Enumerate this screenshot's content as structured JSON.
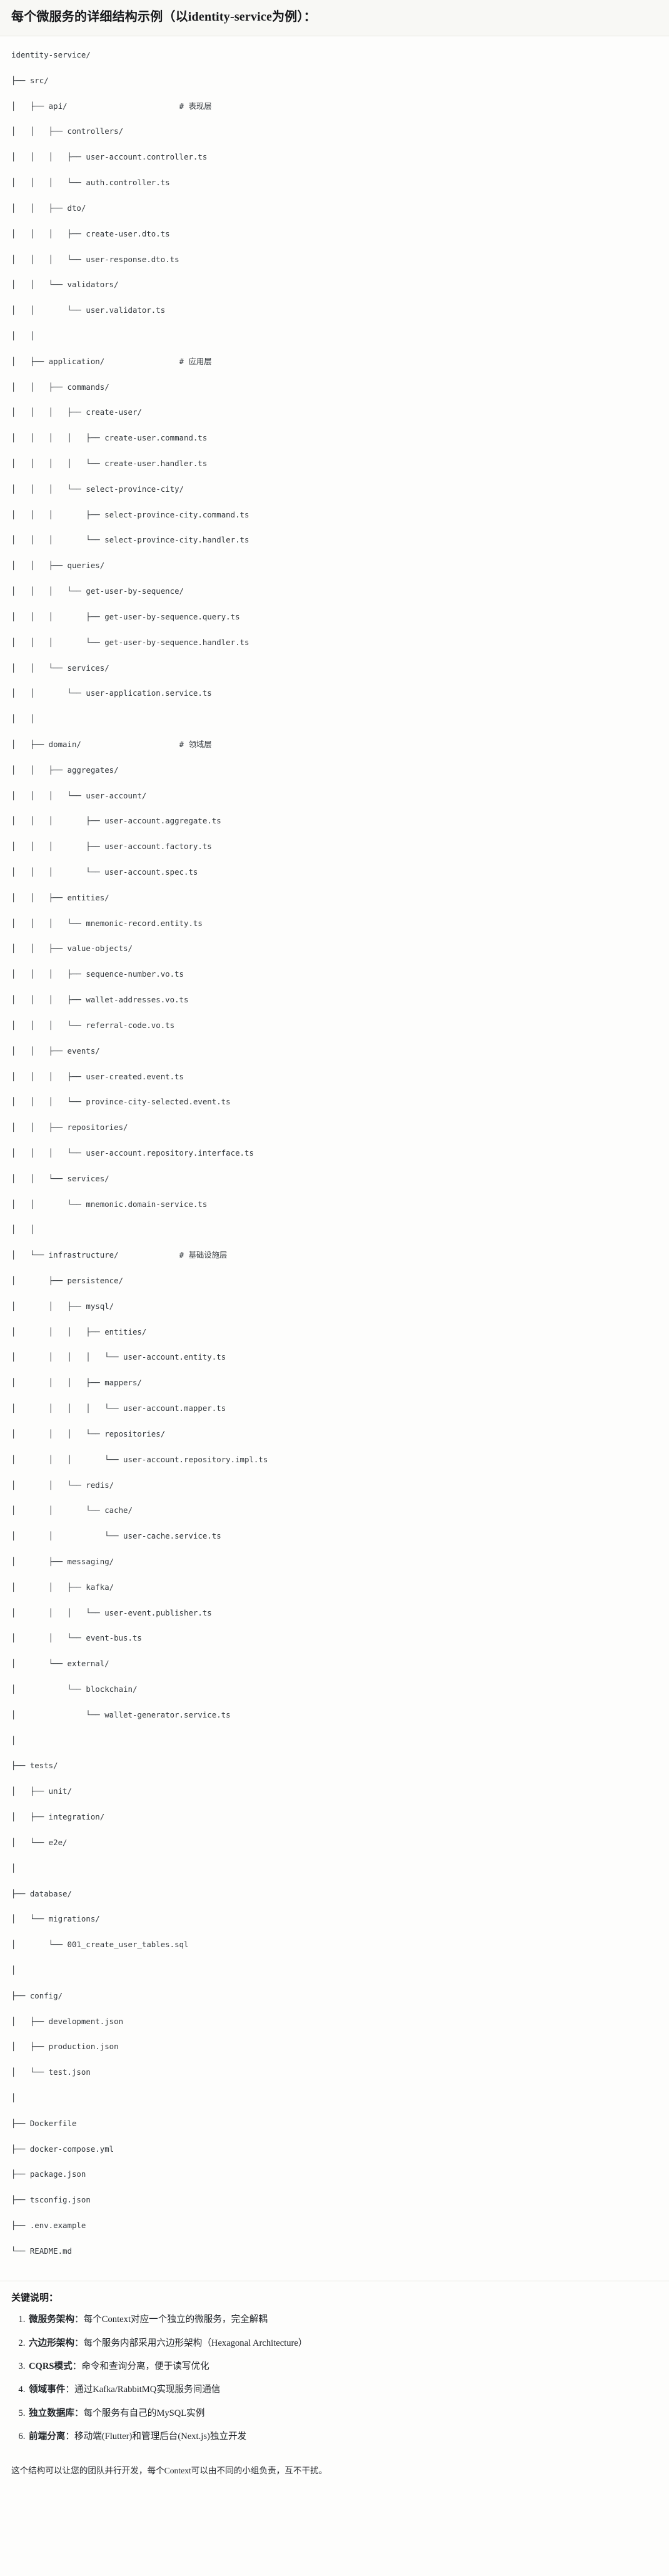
{
  "header": {
    "title": "每个微服务的详细结构示例（以identity-service为例）："
  },
  "tree": {
    "root": "identity-service/",
    "lines": [
      {
        "prefix": "",
        "text": "identity-service/",
        "comment": ""
      },
      {
        "prefix": "├── ",
        "text": "src/",
        "comment": ""
      },
      {
        "prefix": "│   ├── ",
        "text": "api/",
        "comment": "# 表现层"
      },
      {
        "prefix": "│   │   ├── ",
        "text": "controllers/",
        "comment": ""
      },
      {
        "prefix": "│   │   │   ├── ",
        "text": "user-account.controller.ts",
        "comment": ""
      },
      {
        "prefix": "│   │   │   └── ",
        "text": "auth.controller.ts",
        "comment": ""
      },
      {
        "prefix": "│   │   ├── ",
        "text": "dto/",
        "comment": ""
      },
      {
        "prefix": "│   │   │   ├── ",
        "text": "create-user.dto.ts",
        "comment": ""
      },
      {
        "prefix": "│   │   │   └── ",
        "text": "user-response.dto.ts",
        "comment": ""
      },
      {
        "prefix": "│   │   └── ",
        "text": "validators/",
        "comment": ""
      },
      {
        "prefix": "│   │       └── ",
        "text": "user.validator.ts",
        "comment": ""
      },
      {
        "prefix": "│   │",
        "text": "",
        "comment": ""
      },
      {
        "prefix": "│   ├── ",
        "text": "application/",
        "comment": "# 应用层"
      },
      {
        "prefix": "│   │   ├── ",
        "text": "commands/",
        "comment": ""
      },
      {
        "prefix": "│   │   │   ├── ",
        "text": "create-user/",
        "comment": ""
      },
      {
        "prefix": "│   │   │   │   ├── ",
        "text": "create-user.command.ts",
        "comment": ""
      },
      {
        "prefix": "│   │   │   │   └── ",
        "text": "create-user.handler.ts",
        "comment": ""
      },
      {
        "prefix": "│   │   │   └── ",
        "text": "select-province-city/",
        "comment": ""
      },
      {
        "prefix": "│   │   │       ├── ",
        "text": "select-province-city.command.ts",
        "comment": ""
      },
      {
        "prefix": "│   │   │       └── ",
        "text": "select-province-city.handler.ts",
        "comment": ""
      },
      {
        "prefix": "│   │   ├── ",
        "text": "queries/",
        "comment": ""
      },
      {
        "prefix": "│   │   │   └── ",
        "text": "get-user-by-sequence/",
        "comment": ""
      },
      {
        "prefix": "│   │   │       ├── ",
        "text": "get-user-by-sequence.query.ts",
        "comment": ""
      },
      {
        "prefix": "│   │   │       └── ",
        "text": "get-user-by-sequence.handler.ts",
        "comment": ""
      },
      {
        "prefix": "│   │   └── ",
        "text": "services/",
        "comment": ""
      },
      {
        "prefix": "│   │       └── ",
        "text": "user-application.service.ts",
        "comment": ""
      },
      {
        "prefix": "│   │",
        "text": "",
        "comment": ""
      },
      {
        "prefix": "│   ├── ",
        "text": "domain/",
        "comment": "# 领域层"
      },
      {
        "prefix": "│   │   ├── ",
        "text": "aggregates/",
        "comment": ""
      },
      {
        "prefix": "│   │   │   └── ",
        "text": "user-account/",
        "comment": ""
      },
      {
        "prefix": "│   │   │       ├── ",
        "text": "user-account.aggregate.ts",
        "comment": ""
      },
      {
        "prefix": "│   │   │       ├── ",
        "text": "user-account.factory.ts",
        "comment": ""
      },
      {
        "prefix": "│   │   │       └── ",
        "text": "user-account.spec.ts",
        "comment": ""
      },
      {
        "prefix": "│   │   ├── ",
        "text": "entities/",
        "comment": ""
      },
      {
        "prefix": "│   │   │   └── ",
        "text": "mnemonic-record.entity.ts",
        "comment": ""
      },
      {
        "prefix": "│   │   ├── ",
        "text": "value-objects/",
        "comment": ""
      },
      {
        "prefix": "│   │   │   ├── ",
        "text": "sequence-number.vo.ts",
        "comment": ""
      },
      {
        "prefix": "│   │   │   ├── ",
        "text": "wallet-addresses.vo.ts",
        "comment": ""
      },
      {
        "prefix": "│   │   │   └── ",
        "text": "referral-code.vo.ts",
        "comment": ""
      },
      {
        "prefix": "│   │   ├── ",
        "text": "events/",
        "comment": ""
      },
      {
        "prefix": "│   │   │   ├── ",
        "text": "user-created.event.ts",
        "comment": ""
      },
      {
        "prefix": "│   │   │   └── ",
        "text": "province-city-selected.event.ts",
        "comment": ""
      },
      {
        "prefix": "│   │   ├── ",
        "text": "repositories/",
        "comment": ""
      },
      {
        "prefix": "│   │   │   └── ",
        "text": "user-account.repository.interface.ts",
        "comment": ""
      },
      {
        "prefix": "│   │   └── ",
        "text": "services/",
        "comment": ""
      },
      {
        "prefix": "│   │       └── ",
        "text": "mnemonic.domain-service.ts",
        "comment": ""
      },
      {
        "prefix": "│   │",
        "text": "",
        "comment": ""
      },
      {
        "prefix": "│   └── ",
        "text": "infrastructure/",
        "comment": "# 基础设施层"
      },
      {
        "prefix": "│       ├── ",
        "text": "persistence/",
        "comment": ""
      },
      {
        "prefix": "│       │   ├── ",
        "text": "mysql/",
        "comment": ""
      },
      {
        "prefix": "│       │   │   ├── ",
        "text": "entities/",
        "comment": ""
      },
      {
        "prefix": "│       │   │   │   └── ",
        "text": "user-account.entity.ts",
        "comment": ""
      },
      {
        "prefix": "│       │   │   ├── ",
        "text": "mappers/",
        "comment": ""
      },
      {
        "prefix": "│       │   │   │   └── ",
        "text": "user-account.mapper.ts",
        "comment": ""
      },
      {
        "prefix": "│       │   │   └── ",
        "text": "repositories/",
        "comment": ""
      },
      {
        "prefix": "│       │   │       └── ",
        "text": "user-account.repository.impl.ts",
        "comment": ""
      },
      {
        "prefix": "│       │   └── ",
        "text": "redis/",
        "comment": ""
      },
      {
        "prefix": "│       │       └── ",
        "text": "cache/",
        "comment": ""
      },
      {
        "prefix": "│       │           └── ",
        "text": "user-cache.service.ts",
        "comment": ""
      },
      {
        "prefix": "│       ├── ",
        "text": "messaging/",
        "comment": ""
      },
      {
        "prefix": "│       │   ├── ",
        "text": "kafka/",
        "comment": ""
      },
      {
        "prefix": "│       │   │   └── ",
        "text": "user-event.publisher.ts",
        "comment": ""
      },
      {
        "prefix": "│       │   └── ",
        "text": "event-bus.ts",
        "comment": ""
      },
      {
        "prefix": "│       └── ",
        "text": "external/",
        "comment": ""
      },
      {
        "prefix": "│           └── ",
        "text": "blockchain/",
        "comment": ""
      },
      {
        "prefix": "│               └── ",
        "text": "wallet-generator.service.ts",
        "comment": ""
      },
      {
        "prefix": "│",
        "text": "",
        "comment": ""
      },
      {
        "prefix": "├── ",
        "text": "tests/",
        "comment": ""
      },
      {
        "prefix": "│   ├── ",
        "text": "unit/",
        "comment": ""
      },
      {
        "prefix": "│   ├── ",
        "text": "integration/",
        "comment": ""
      },
      {
        "prefix": "│   └── ",
        "text": "e2e/",
        "comment": ""
      },
      {
        "prefix": "│",
        "text": "",
        "comment": ""
      },
      {
        "prefix": "├── ",
        "text": "database/",
        "comment": ""
      },
      {
        "prefix": "│   └── ",
        "text": "migrations/",
        "comment": ""
      },
      {
        "prefix": "│       └── ",
        "text": "001_create_user_tables.sql",
        "comment": ""
      },
      {
        "prefix": "│",
        "text": "",
        "comment": ""
      },
      {
        "prefix": "├── ",
        "text": "config/",
        "comment": ""
      },
      {
        "prefix": "│   ├── ",
        "text": "development.json",
        "comment": ""
      },
      {
        "prefix": "│   ├── ",
        "text": "production.json",
        "comment": ""
      },
      {
        "prefix": "│   └── ",
        "text": "test.json",
        "comment": ""
      },
      {
        "prefix": "│",
        "text": "",
        "comment": ""
      },
      {
        "prefix": "├── ",
        "text": "Dockerfile",
        "comment": ""
      },
      {
        "prefix": "├── ",
        "text": "docker-compose.yml",
        "comment": ""
      },
      {
        "prefix": "├── ",
        "text": "package.json",
        "comment": ""
      },
      {
        "prefix": "├── ",
        "text": "tsconfig.json",
        "comment": ""
      },
      {
        "prefix": "├── ",
        "text": ".env.example",
        "comment": ""
      },
      {
        "prefix": "└── ",
        "text": "README.md",
        "comment": ""
      }
    ],
    "comment_column": 36
  },
  "keys": {
    "title": "关键说明：",
    "items": [
      {
        "term": "微服务架构",
        "sep": "：",
        "desc": "每个Context对应一个独立的微服务，完全解耦"
      },
      {
        "term": "六边形架构",
        "sep": "：",
        "desc": "每个服务内部采用六边形架构（Hexagonal Architecture）"
      },
      {
        "term": "CQRS模式",
        "sep": "：",
        "desc": "命令和查询分离，便于读写优化"
      },
      {
        "term": "领域事件",
        "sep": "：",
        "desc": "通过Kafka/RabbitMQ实现服务间通信"
      },
      {
        "term": "独立数据库",
        "sep": "：",
        "desc": "每个服务有自己的MySQL实例"
      },
      {
        "term": "前端分离",
        "sep": "：",
        "desc": "移动端(Flutter)和管理后台(Next.js)独立开发"
      }
    ]
  },
  "closing": {
    "text": "这个结构可以让您的团队并行开发，每个Context可以由不同的小组负责，互不干扰。"
  }
}
